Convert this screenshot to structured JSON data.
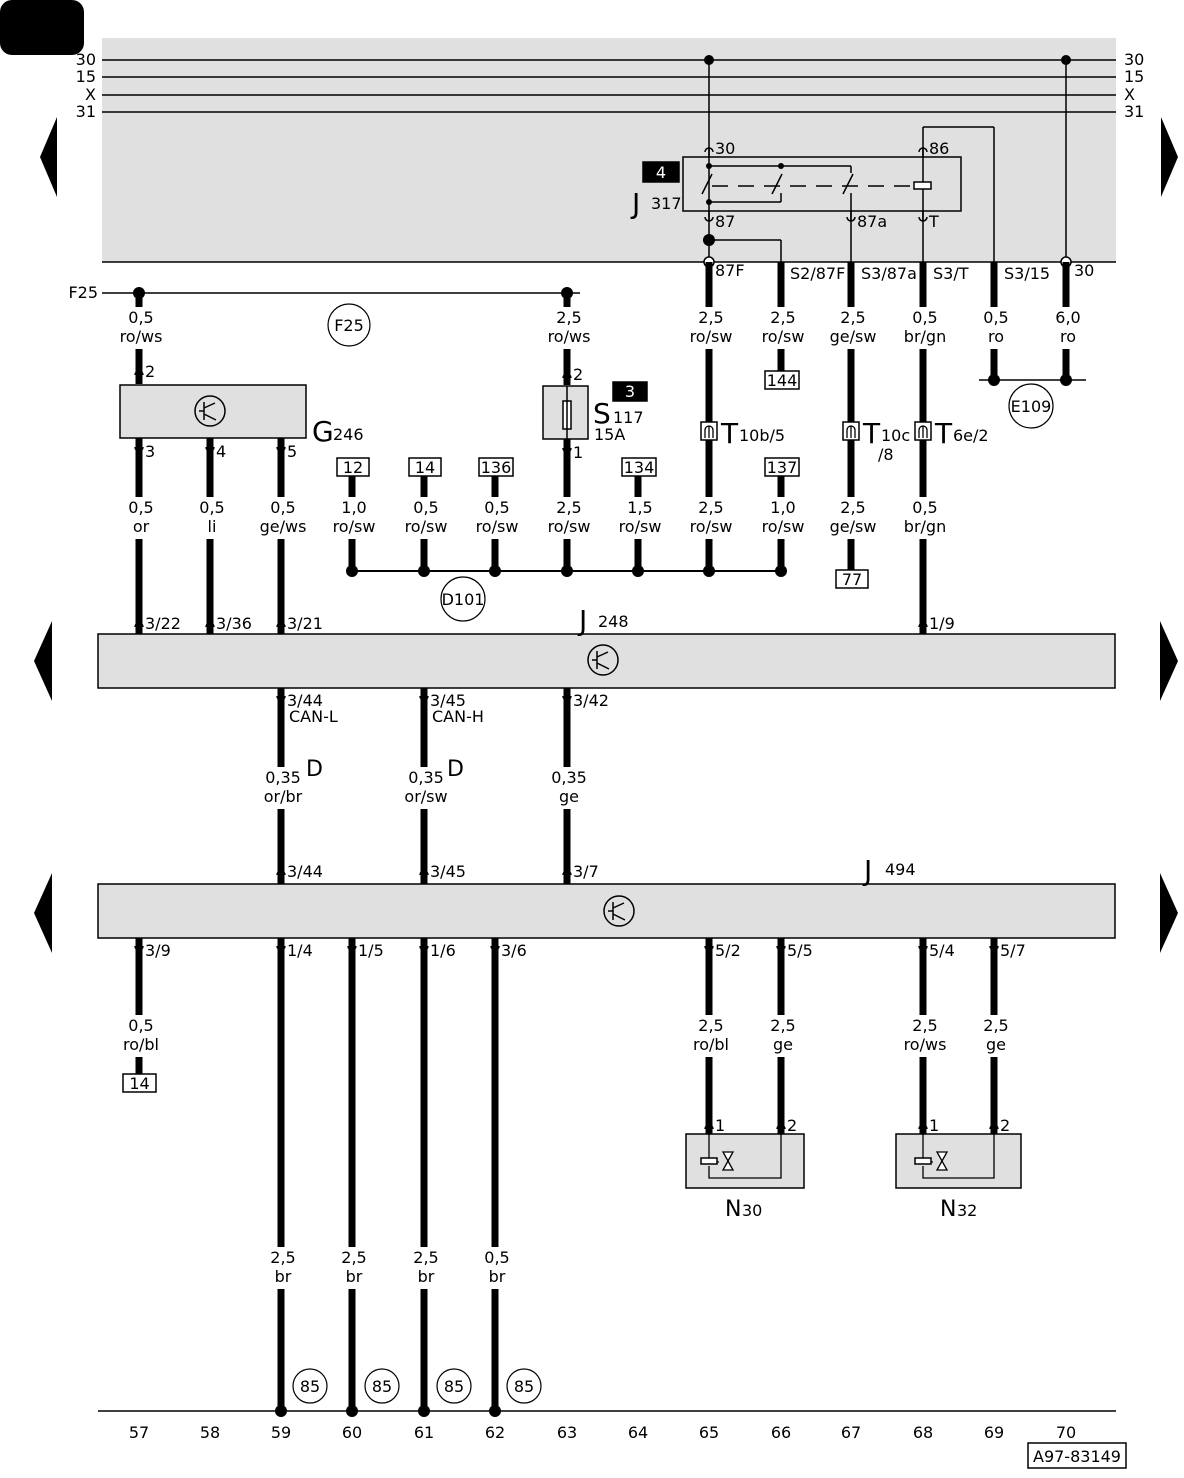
{
  "bus": {
    "labels": [
      "30",
      "15",
      "X",
      "31"
    ]
  },
  "badges": {
    "relay": "4",
    "fuse": "3"
  },
  "components": {
    "J317": {
      "letter": "J",
      "number": "317"
    },
    "S117": {
      "letter": "S",
      "number": "117",
      "rating": "15A"
    },
    "G246": {
      "letter": "G",
      "number": "246"
    },
    "J248": {
      "letter": "J",
      "number": "248"
    },
    "J494": {
      "letter": "J",
      "number": "494"
    },
    "N30": {
      "letter": "N",
      "number": "30"
    },
    "N32": {
      "letter": "N",
      "number": "32"
    }
  },
  "f25_label": "F25",
  "circles": {
    "F25": "F25",
    "D101": "D101",
    "E109": "E109",
    "ground": [
      "85",
      "85",
      "85",
      "85"
    ]
  },
  "refs": {
    "r12": "12",
    "r14": "14",
    "r136": "136",
    "r134": "134",
    "r137": "137",
    "r144": "144",
    "r77": "77",
    "r14b": "14"
  },
  "connectors": {
    "T10b": {
      "letter": "T",
      "sub": "10b/5"
    },
    "T10c": {
      "letter": "T",
      "sub": "10c",
      "sub2": "/8"
    },
    "T6e": {
      "letter": "T",
      "sub": "6e/2"
    }
  },
  "can_marks": [
    "D",
    "D"
  ],
  "pins": {
    "j317": [
      "30",
      "86",
      "87",
      "87a",
      "T"
    ],
    "panel_out": [
      "87F",
      "S2/87F",
      "S3/87a",
      "S3/T",
      "S3/15",
      "30"
    ],
    "g246": [
      "2",
      "3",
      "4",
      "5"
    ],
    "s117": [
      "2",
      "1"
    ],
    "j248_in": [
      "3/22",
      "3/36",
      "3/21",
      "1/9"
    ],
    "j248_out": [
      "3/44",
      "3/45",
      "3/42"
    ],
    "can_names": [
      "CAN-L",
      "CAN-H"
    ],
    "j494_in": [
      "3/44",
      "3/45",
      "3/7"
    ],
    "j494_out": [
      "3/9",
      "1/4",
      "1/5",
      "1/6",
      "3/6",
      "5/2",
      "5/5",
      "5/4",
      "5/7"
    ],
    "n30": [
      "1",
      "2"
    ],
    "n32": [
      "1",
      "2"
    ]
  },
  "wires": {
    "top": [
      {
        "gauge": "0,5",
        "color": "ro/ws"
      },
      {
        "gauge": "2,5",
        "color": "ro/ws"
      },
      {
        "gauge": "2,5",
        "color": "ro/sw"
      },
      {
        "gauge": "2,5",
        "color": "ro/sw"
      },
      {
        "gauge": "2,5",
        "color": "ge/sw"
      },
      {
        "gauge": "0,5",
        "color": "br/gn"
      },
      {
        "gauge": "0,5",
        "color": "ro"
      },
      {
        "gauge": "6,0",
        "color": "ro"
      }
    ],
    "mid": [
      {
        "gauge": "0,5",
        "color": "or"
      },
      {
        "gauge": "0,5",
        "color": "li"
      },
      {
        "gauge": "0,5",
        "color": "ge/ws"
      },
      {
        "gauge": "1,0",
        "color": "ro/sw"
      },
      {
        "gauge": "0,5",
        "color": "ro/sw"
      },
      {
        "gauge": "0,5",
        "color": "ro/sw"
      },
      {
        "gauge": "2,5",
        "color": "ro/sw"
      },
      {
        "gauge": "1,5",
        "color": "ro/sw"
      },
      {
        "gauge": "2,5",
        "color": "ro/sw"
      },
      {
        "gauge": "1,0",
        "color": "ro/sw"
      },
      {
        "gauge": "2,5",
        "color": "ge/sw"
      },
      {
        "gauge": "0,5",
        "color": "br/gn"
      }
    ],
    "can": [
      {
        "gauge": "0,35",
        "color": "or/br"
      },
      {
        "gauge": "0,35",
        "color": "or/sw"
      },
      {
        "gauge": "0,35",
        "color": "ge"
      }
    ],
    "bot": [
      {
        "gauge": "0,5",
        "color": "ro/bl"
      },
      {
        "gauge": "2,5",
        "color": "ro/bl"
      },
      {
        "gauge": "2,5",
        "color": "ge"
      },
      {
        "gauge": "2,5",
        "color": "ro/ws"
      },
      {
        "gauge": "2,5",
        "color": "ge"
      }
    ],
    "gnd": [
      {
        "gauge": "2,5",
        "color": "br"
      },
      {
        "gauge": "2,5",
        "color": "br"
      },
      {
        "gauge": "2,5",
        "color": "br"
      },
      {
        "gauge": "0,5",
        "color": "br"
      }
    ]
  },
  "columns": [
    "57",
    "58",
    "59",
    "60",
    "61",
    "62",
    "63",
    "64",
    "65",
    "66",
    "67",
    "68",
    "69",
    "70"
  ],
  "footer_code": "A97-83149"
}
